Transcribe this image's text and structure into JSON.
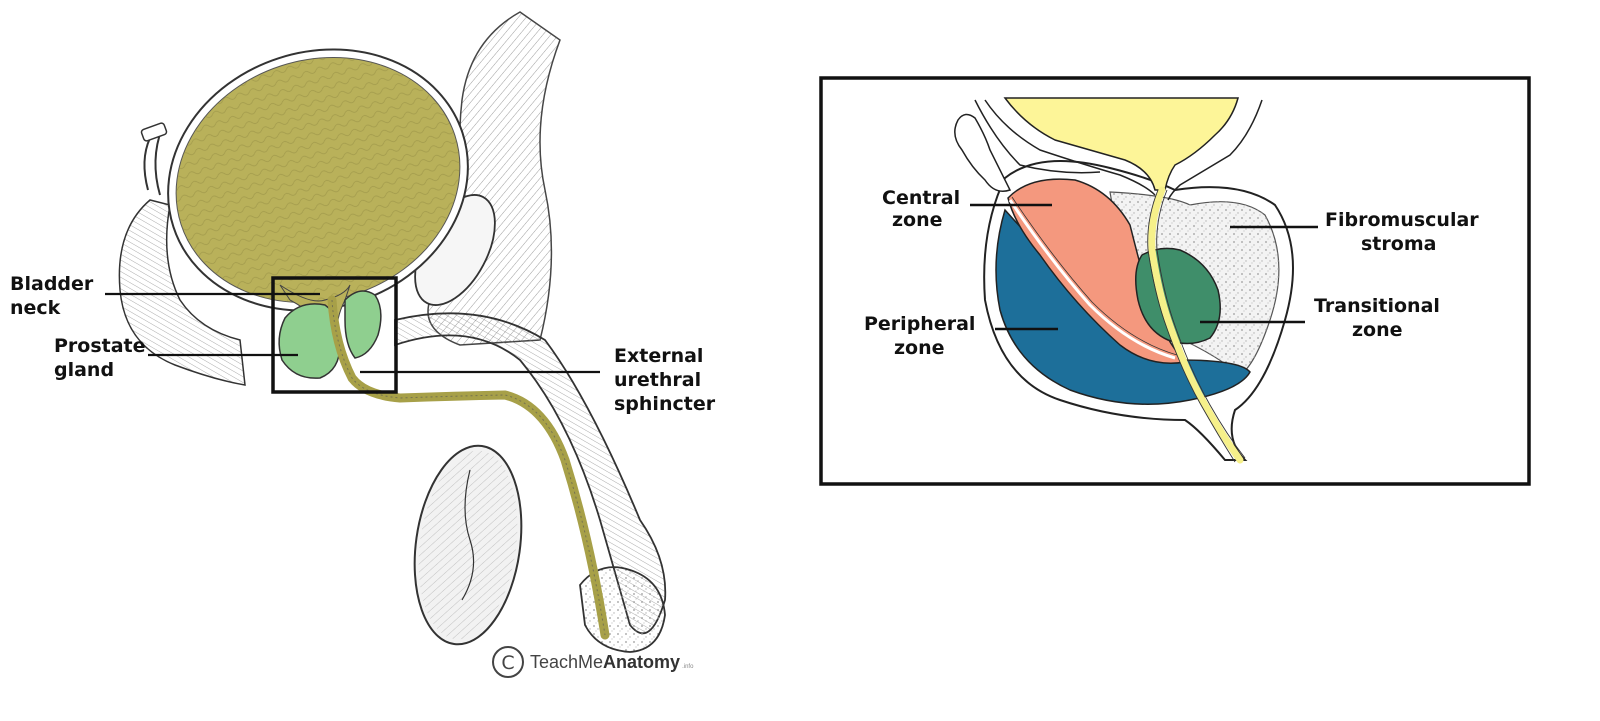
{
  "left_labels": {
    "bladder_neck": [
      "Bladder",
      "neck"
    ],
    "prostate_gland": [
      "Prostate",
      "gland"
    ],
    "external_urethral_sphincter": [
      "External",
      "urethral",
      "sphincter"
    ]
  },
  "right_labels": {
    "central_zone": [
      "Central",
      "zone"
    ],
    "peripheral_zone": [
      "Peripheral",
      "zone"
    ],
    "fibromuscular_stroma": [
      "Fibromuscular",
      "stroma"
    ],
    "transitional_zone": [
      "Transitional",
      "zone"
    ]
  },
  "watermark": {
    "symbol": "C",
    "brand_light": "TeachMe",
    "brand_bold": "Anatomy",
    "suffix": ".info"
  },
  "colors": {
    "bladder": "#b9b15a",
    "prostate_gland": "#8fcf8f",
    "urethra": "#a7a048",
    "central_zone": "#f4987e",
    "peripheral_zone": "#1d6f9a",
    "transitional_zone": "#3f8e6a",
    "fibromuscular_stroma": "#f3f3f3",
    "inset_bladder": "#fdf598",
    "inset_urethra": "#f6f08a"
  }
}
